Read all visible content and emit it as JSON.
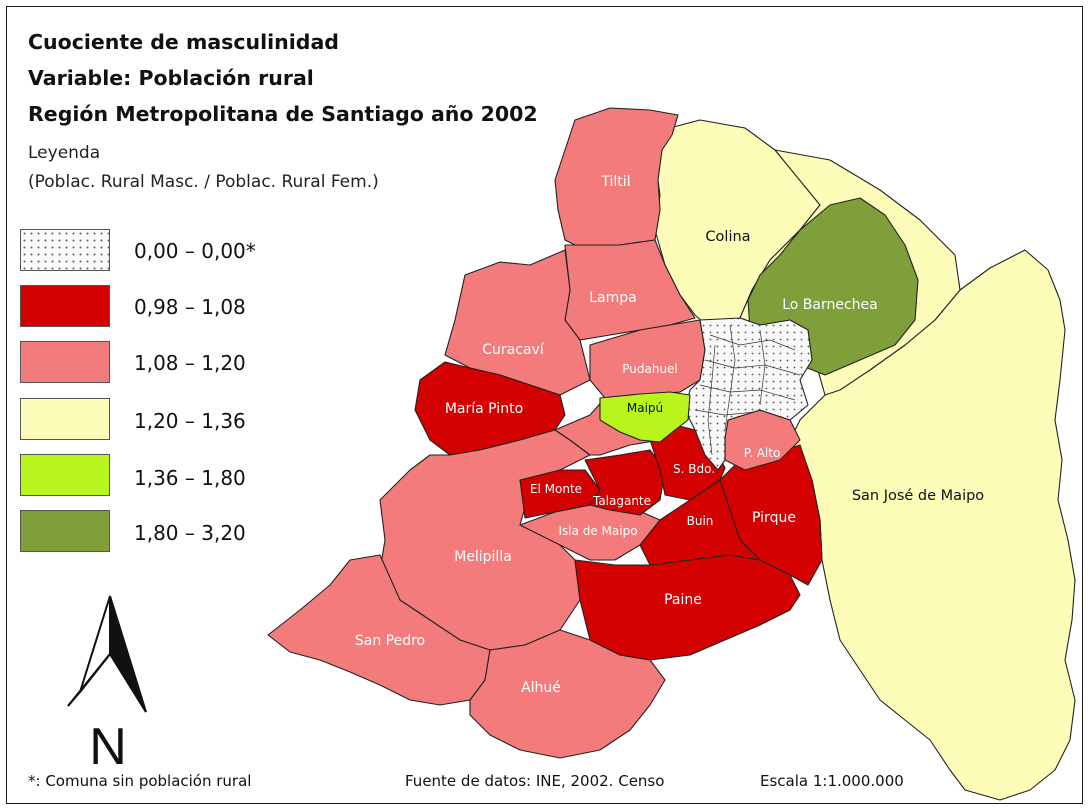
{
  "title": {
    "line1": "Cuociente de masculinidad",
    "line2": "Variable: Población rural",
    "line3": "Región Metropolitana de Santiago año 2002"
  },
  "legend": {
    "title": "Leyenda",
    "subtitle": "(Poblac. Rural Masc. / Poblac. Rural Fem.)",
    "classes": [
      {
        "label": "0,00 – 0,00*",
        "color": "dotted"
      },
      {
        "label": "0,98 – 1,08",
        "color": "#d40000"
      },
      {
        "label": "1,08 – 1,20",
        "color": "#f47b7b"
      },
      {
        "label": "1,20 – 1,36",
        "color": "#fdfdb9"
      },
      {
        "label": "1,36 – 1,80",
        "color": "#b7f51d"
      },
      {
        "label": "1,80 – 3,20",
        "color": "#7f9f3a"
      }
    ]
  },
  "regions": {
    "tiltil": "Tiltil",
    "colina": "Colina",
    "lampa": "Lampa",
    "lo_barnechea": "Lo Barnechea",
    "curacavi": "Curacaví",
    "pudahuel": "Pudahuel",
    "maria_pinto": "María Pinto",
    "maipu": "Maipú",
    "p_alto": "P. Alto",
    "s_bdo": "S. Bdo.",
    "el_monte": "El Monte",
    "talagante": "Talagante",
    "isla_de_maipo": "Isla de Maipo",
    "buin": "Buin",
    "pirque": "Pirque",
    "san_jose_de_maipo": "San José de Maipo",
    "melipilla": "Melipilla",
    "paine": "Paine",
    "san_pedro": "San Pedro",
    "alhue": "Alhué"
  },
  "north_arrow": {
    "letter": "N",
    "icon": "north-arrow-icon"
  },
  "footer": {
    "note": "*: Comuna sin población rural",
    "source": "Fuente de datos: INE, 2002. Censo",
    "scale": "Escala 1:1.000.000"
  },
  "colors": {
    "dotted": "#f4f4f4",
    "class_098_108": "#d40000",
    "class_108_120": "#f47b7b",
    "class_120_136": "#fdfdb9",
    "class_136_180": "#b7f51d",
    "class_180_320": "#7f9f3a"
  }
}
